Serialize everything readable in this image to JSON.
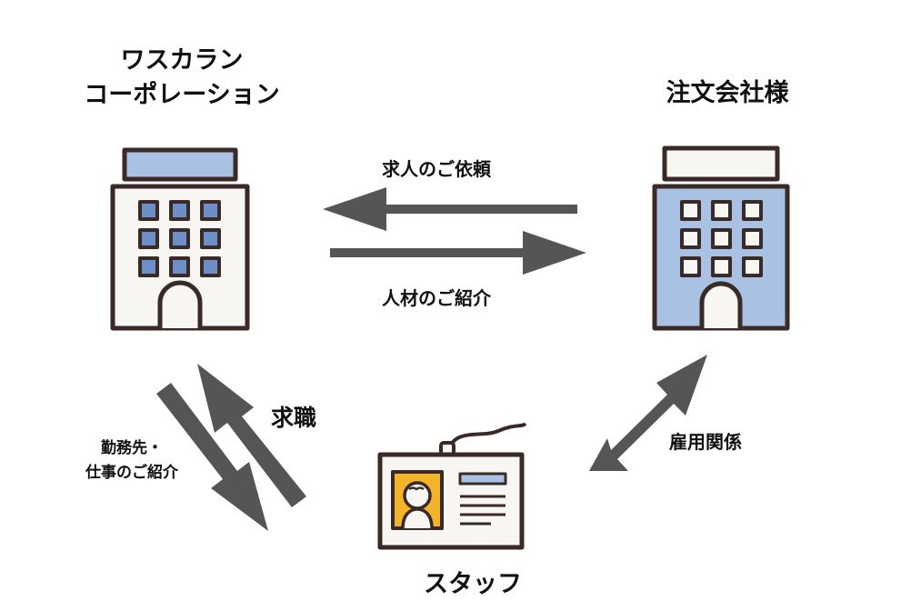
{
  "company": {
    "line1": "ワスカラン",
    "line2": "コーポレーション"
  },
  "client": {
    "name": "注文会社様"
  },
  "staff": {
    "name": "スタッフ"
  },
  "arrows": {
    "request": "求人のご依頼",
    "introduce": "人材のご紹介",
    "job_seeking": "求職",
    "work_intro_line1": "勤務先・",
    "work_intro_line2": "仕事のご紹介",
    "employment": "雇用関係"
  },
  "colors": {
    "arrow": "#555555",
    "outline": "#3a2a27",
    "building_fill": "#f8f6f3",
    "blue": "#6c8fc7",
    "light_blue": "#a9c1e3",
    "card_yellow": "#f2b52a"
  }
}
